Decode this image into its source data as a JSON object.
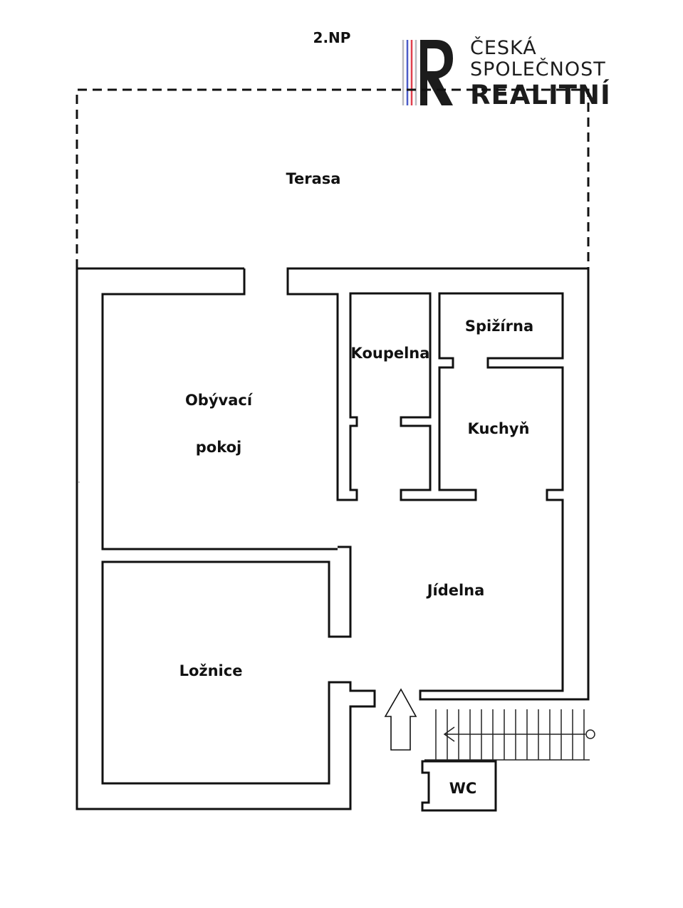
{
  "floor_label": "2.NP",
  "logo": {
    "line1": "ČESKÁ",
    "line2": "SPOLEČNOST",
    "line3": "REALITNÍ",
    "mark_letter": "R",
    "colors": {
      "blue": "#4a5cc8",
      "red": "#e0404e",
      "gray": "#b9b9c0",
      "dark": "#1c1c1c"
    }
  },
  "rooms": {
    "terasa": "Terasa",
    "obyvaci_line1": "Obývací",
    "obyvaci_line2": "pokoj",
    "koupelna": "Koupelna",
    "spizirna": "Spižírna",
    "kuchyn": "Kuchyň",
    "jidelna": "Jídelna",
    "loznice": "Ložnice",
    "wc": "WC"
  },
  "icons": {
    "entrance": "up-arrow-icon",
    "stairs": "stairs-icon"
  }
}
